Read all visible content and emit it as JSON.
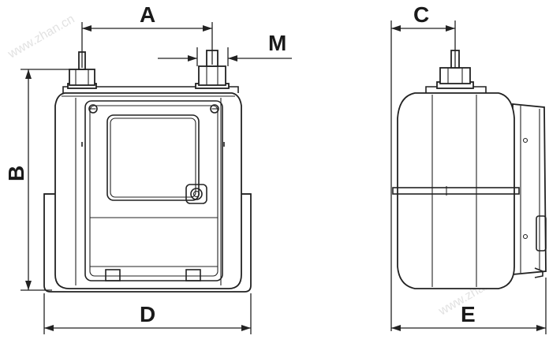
{
  "labels": {
    "A": "A",
    "B": "B",
    "C": "C",
    "D": "D",
    "E": "E",
    "M": "M"
  },
  "watermark": "www.zhan.cn",
  "colors": {
    "line": "#222222",
    "background": "#ffffff"
  }
}
